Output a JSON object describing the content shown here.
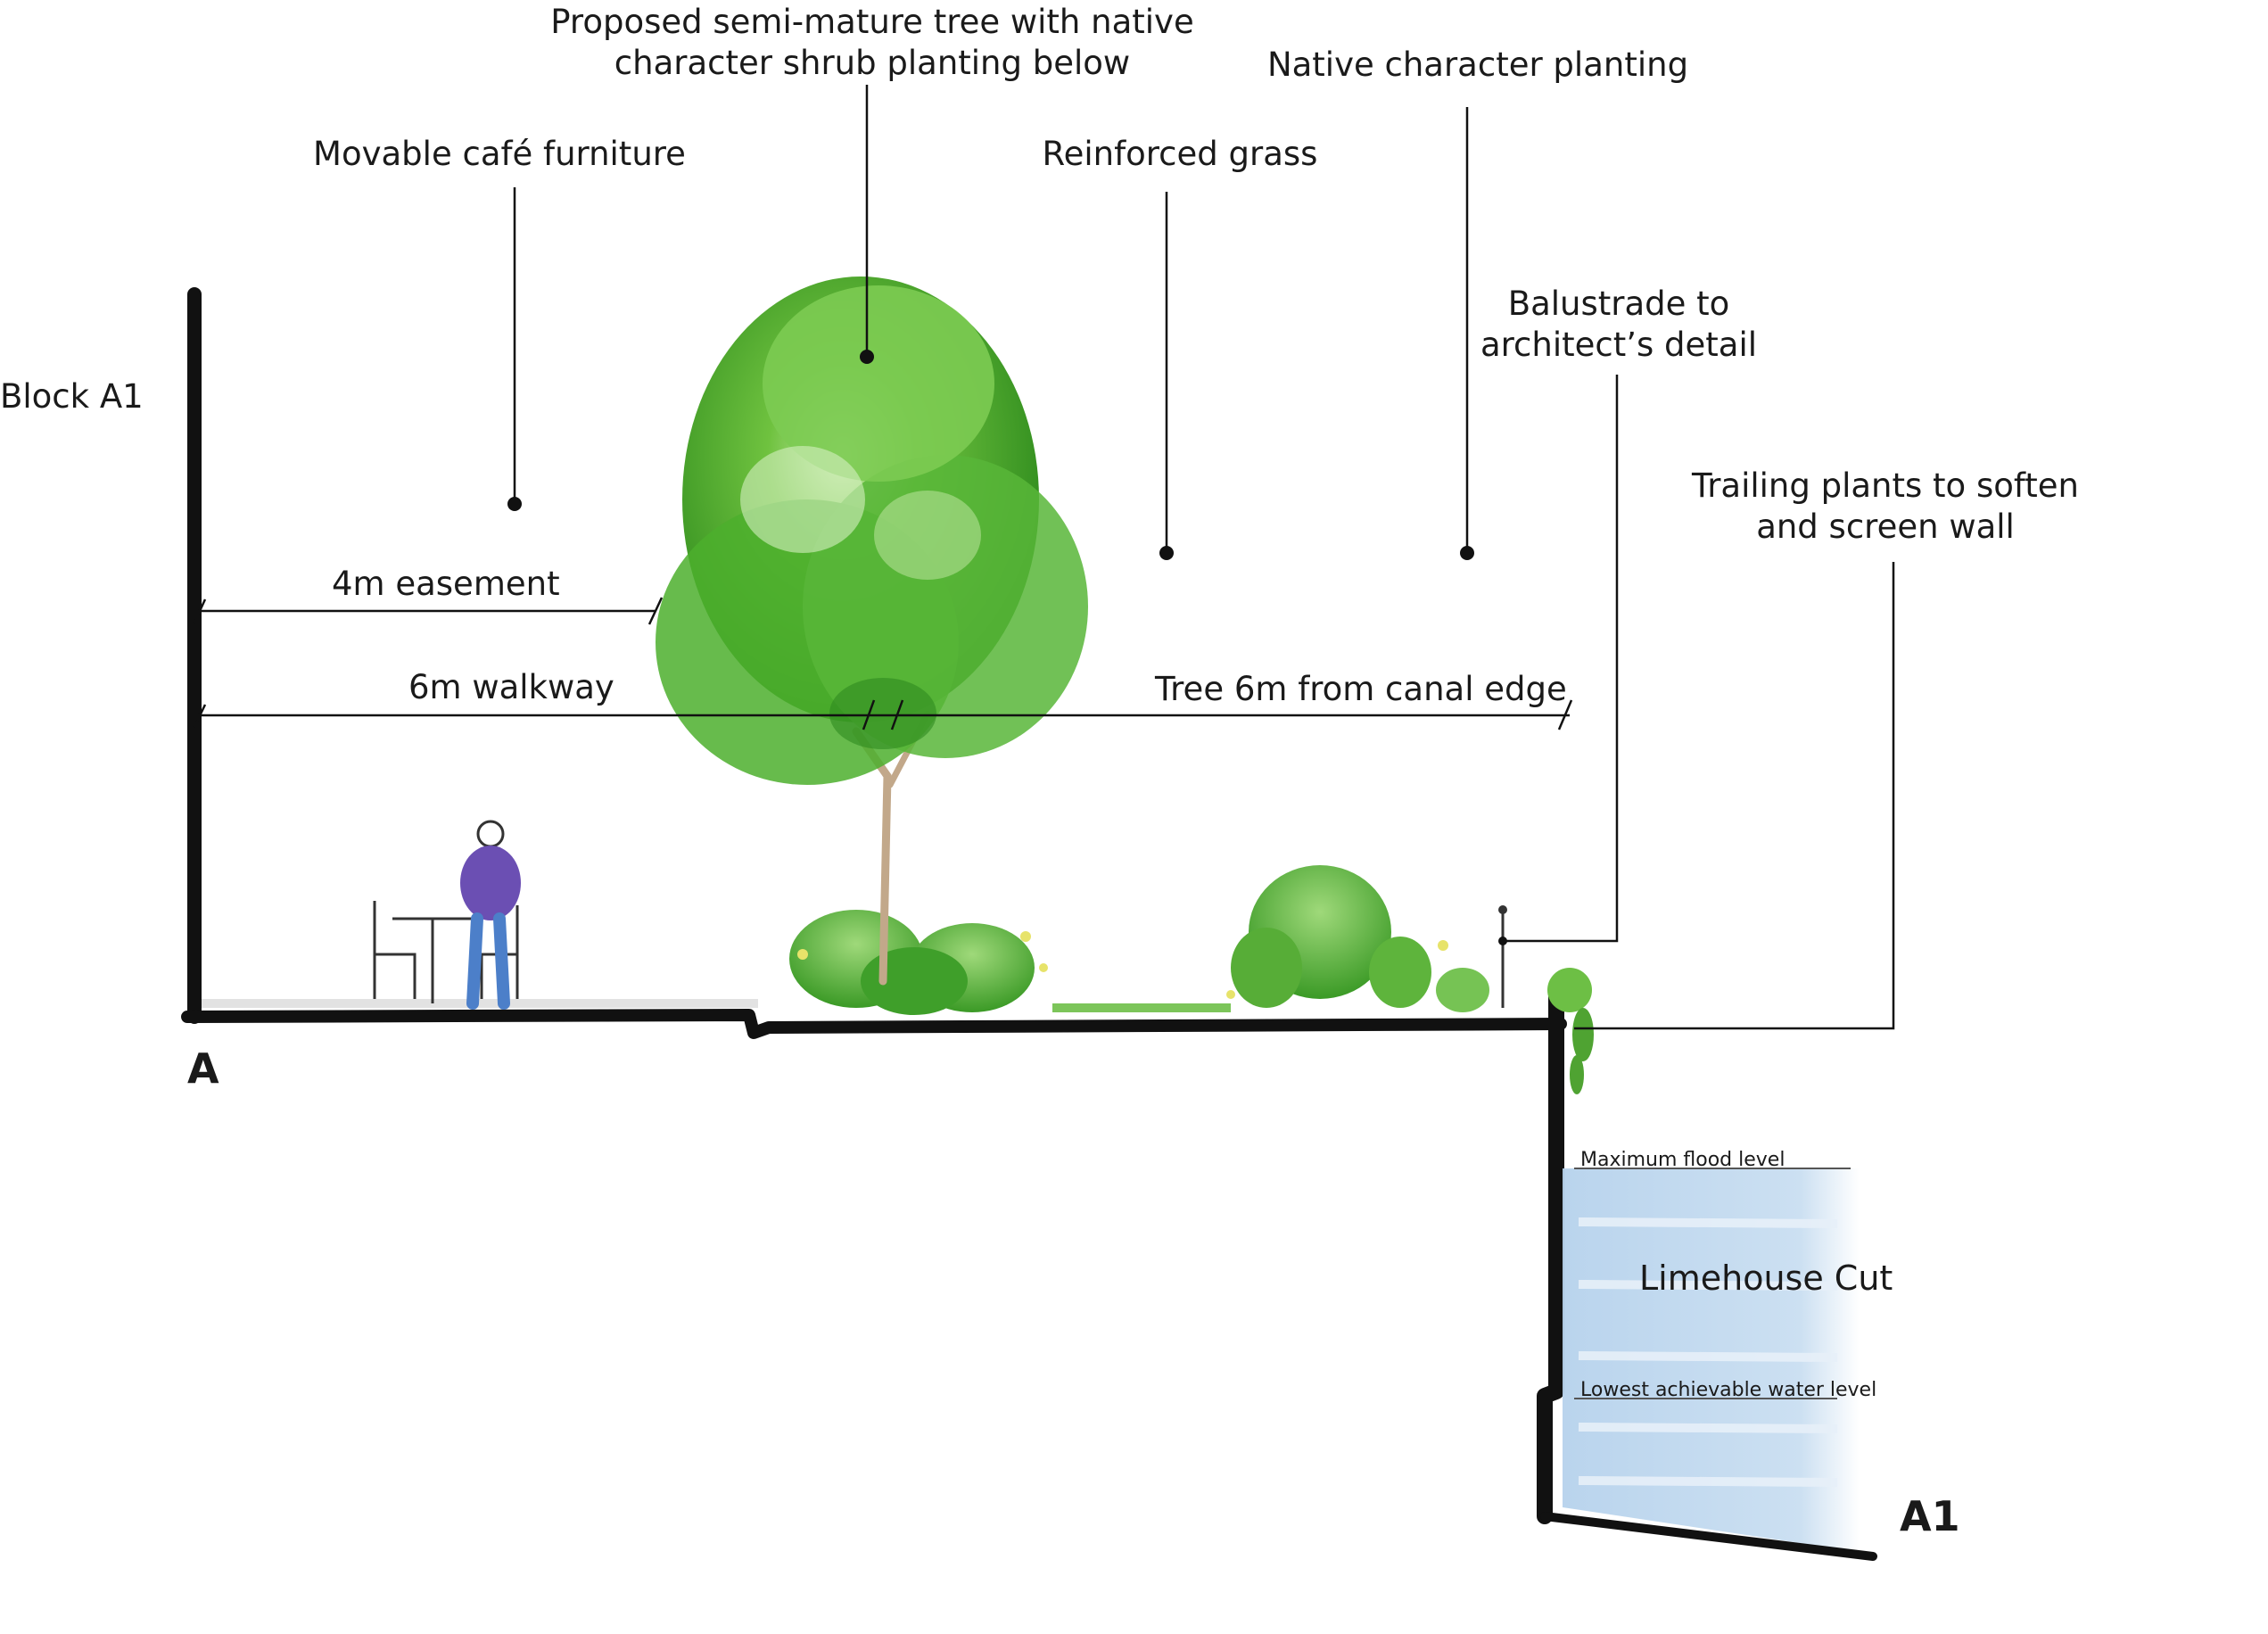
{
  "labels": {
    "tree": [
      "Proposed semi-mature tree with native",
      "character shrub planting below"
    ],
    "native_planting": "Native character planting",
    "cafe_furniture": "Movable café furniture",
    "reinforced_grass": "Reinforced grass",
    "balustrade": [
      "Balustrade to",
      "architect’s detail"
    ],
    "trailing_plants": [
      "Trailing plants to soften",
      "and screen wall"
    ],
    "block": "Block A1",
    "easement": "4m easement",
    "walkway": "6m walkway",
    "tree_distance": "Tree 6m from canal edge",
    "max_flood": "Maximum flood level",
    "lowest_water": "Lowest achievable water level",
    "canal": "Limehouse Cut"
  },
  "section_markers": {
    "start": "A",
    "end": "A1"
  },
  "colors": {
    "ink": "#111111",
    "foliage": "#5cb82e",
    "foliage_dark": "#2f8a1f",
    "foliage_light": "#b7e39a",
    "water": "#bcd6ec",
    "person": "#6b4fb3",
    "paving": "#e5e5e5"
  }
}
